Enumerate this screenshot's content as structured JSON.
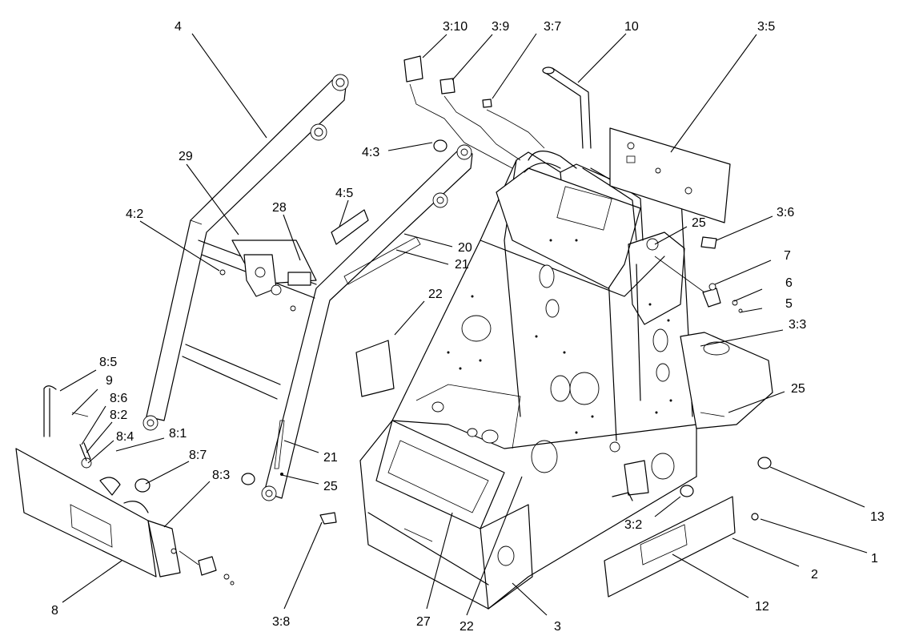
{
  "diagram": {
    "callouts": [
      {
        "id": "4",
        "text": "4"
      },
      {
        "id": "29",
        "text": "29"
      },
      {
        "id": "4_2",
        "text": "4:2"
      },
      {
        "id": "28",
        "text": "28"
      },
      {
        "id": "4_3",
        "text": "4:3"
      },
      {
        "id": "4_5",
        "text": "4:5"
      },
      {
        "id": "3_10",
        "text": "3:10"
      },
      {
        "id": "3_9",
        "text": "3:9"
      },
      {
        "id": "3_7",
        "text": "3:7"
      },
      {
        "id": "10",
        "text": "10"
      },
      {
        "id": "3_5",
        "text": "3:5"
      },
      {
        "id": "25a",
        "text": "25"
      },
      {
        "id": "3_6",
        "text": "3:6"
      },
      {
        "id": "20",
        "text": "20"
      },
      {
        "id": "21a",
        "text": "21"
      },
      {
        "id": "22a",
        "text": "22"
      },
      {
        "id": "7",
        "text": "7"
      },
      {
        "id": "6",
        "text": "6"
      },
      {
        "id": "5",
        "text": "5"
      },
      {
        "id": "3_3",
        "text": "3:3"
      },
      {
        "id": "25b",
        "text": "25"
      },
      {
        "id": "8_5",
        "text": "8:5"
      },
      {
        "id": "9",
        "text": "9"
      },
      {
        "id": "8_6",
        "text": "8:6"
      },
      {
        "id": "8_2",
        "text": "8:2"
      },
      {
        "id": "8_4",
        "text": "8:4"
      },
      {
        "id": "8_1",
        "text": "8:1"
      },
      {
        "id": "8_7",
        "text": "8:7"
      },
      {
        "id": "8_3",
        "text": "8:3"
      },
      {
        "id": "21b",
        "text": "21"
      },
      {
        "id": "25c",
        "text": "25"
      },
      {
        "id": "13",
        "text": "13"
      },
      {
        "id": "3_2",
        "text": "3:2"
      },
      {
        "id": "1",
        "text": "1"
      },
      {
        "id": "2",
        "text": "2"
      },
      {
        "id": "12",
        "text": "12"
      },
      {
        "id": "8",
        "text": "8"
      },
      {
        "id": "3_8",
        "text": "3:8"
      },
      {
        "id": "27",
        "text": "27"
      },
      {
        "id": "22b",
        "text": "22"
      },
      {
        "id": "3",
        "text": "3"
      }
    ]
  }
}
